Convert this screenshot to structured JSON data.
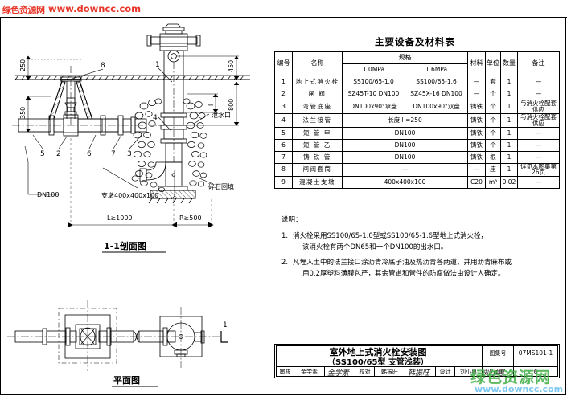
{
  "watermark": {
    "logo_text": "绿色资源网",
    "url": "www.downcc.com",
    "bottom_logo": "绿色资源网",
    "bottom_url": "www.downcc.com"
  },
  "drawing": {
    "section_caption": "1-1剖面图",
    "plan_caption": "平面图",
    "dimensions": {
      "d250": "250",
      "d350": "350",
      "d450": "450",
      "d800": "800",
      "dn100": "DN100",
      "support": "支墩400x400x100",
      "length": "L≥1000",
      "radius": "R≥500"
    },
    "annotations": {
      "drain": "泄水口",
      "backfill": "碎石回填"
    },
    "callouts": [
      "1",
      "2",
      "3",
      "4",
      "5",
      "6",
      "7",
      "8",
      "9"
    ],
    "section_mark": "1"
  },
  "table": {
    "title": "主要设备及材料表",
    "headers": {
      "no": "编号",
      "name": "名称",
      "spec": "规格",
      "spec_10": "1.0MPa",
      "spec_16": "1.6MPa",
      "material": "材料",
      "unit": "单位",
      "qty": "数量",
      "remark": "备注"
    },
    "rows": [
      {
        "no": "1",
        "name": "地上式消火栓",
        "spec10": "SS100/65-1.0",
        "spec16": "SS100/65-1.6",
        "material": "—",
        "unit": "套",
        "qty": "1",
        "remark": "—",
        "merged": false
      },
      {
        "no": "2",
        "name": "闸   阀",
        "spec10": "SZ45T-10 DN100",
        "spec16": "SZ45X-16 DN100",
        "material": "—",
        "unit": "个",
        "qty": "1",
        "remark": "—",
        "merged": false
      },
      {
        "no": "3",
        "name": "弯管底座",
        "spec10": "DN100x90°承盘",
        "spec16": "DN100x90°双盘",
        "material": "铸铁",
        "unit": "个",
        "qty": "1",
        "remark": "与消火栓配套供应",
        "merged": false
      },
      {
        "no": "4",
        "name": "法兰接管",
        "spec": "长度 l =250",
        "material": "铸铁",
        "unit": "个",
        "qty": "1",
        "remark": "与消火栓配套供应",
        "merged": true
      },
      {
        "no": "5",
        "name": "短 管 甲",
        "spec": "DN100",
        "material": "铸铁",
        "unit": "个",
        "qty": "1",
        "remark": "—",
        "merged": true
      },
      {
        "no": "6",
        "name": "短 管 乙",
        "spec": "DN100",
        "material": "铸铁",
        "unit": "个",
        "qty": "1",
        "remark": "—",
        "merged": true
      },
      {
        "no": "7",
        "name": "铸 铁 管",
        "spec": "DN100",
        "material": "铸铁",
        "unit": "根",
        "qty": "1",
        "remark": "—",
        "merged": true
      },
      {
        "no": "8",
        "name": "闸阀套筒",
        "spec": "—",
        "material": "—",
        "unit": "座",
        "qty": "1",
        "remark": "详见本图集第26页",
        "merged": true
      },
      {
        "no": "9",
        "name": "混凝土支墩",
        "spec": "400x400x100",
        "material": "C20",
        "unit": "m³",
        "qty": "0.02",
        "remark": "—",
        "merged": true
      }
    ]
  },
  "notes": {
    "title": "说明：",
    "items": [
      {
        "num": "1.",
        "lines": [
          "消火栓采用SS100/65-1.0型或SS100/65-1.6型地上式消火栓，",
          "该消火栓有两个DN65和一个DN100的出水口。"
        ]
      },
      {
        "num": "2.",
        "lines": [
          "凡埋入土中的法兰接口涂沥青冷底子油及热沥青各两道，并用沥青麻布或",
          "用0.2厚塑料薄膜包严，其余管道和管件的防腐做法由设计人确定。"
        ]
      }
    ]
  },
  "title_block": {
    "title_line1": "室外地上式消火栓安装图",
    "title_line2": "（SS100/65型  支管浅装）",
    "atlas_label": "图集号",
    "atlas_no": "07MS101-1",
    "page_label": "页",
    "page_no": "6",
    "review_label": "审核",
    "review_name": "金学素",
    "review_sign": "金学素",
    "check_label": "校对",
    "check_name": "韩振旺",
    "check_sign": "韩振旺",
    "design_label": "设计",
    "design_name": "刘小惠",
    "design_sign": "刘小惠"
  }
}
